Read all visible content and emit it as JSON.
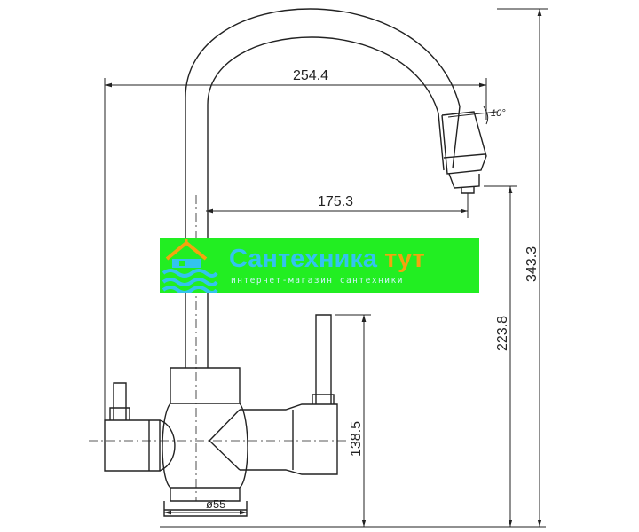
{
  "dimensions": {
    "spout_reach": "254.4",
    "spout_offset": "175.3",
    "total_height": "343.3",
    "spout_outlet_height": "223.8",
    "handle_height": "138.5",
    "base_diameter": "ø55",
    "spout_angle": "10°"
  },
  "watermark": {
    "name_part1": "Сантехника",
    "name_part2": "тут",
    "tagline": "интернет-магазин сантехники",
    "colors": {
      "banner": "#22ee22",
      "name_part1": "#33c3ef",
      "name_part2": "#f3a30f",
      "logo": "#33c3ef",
      "logo_roof": "#f3a30f"
    }
  }
}
